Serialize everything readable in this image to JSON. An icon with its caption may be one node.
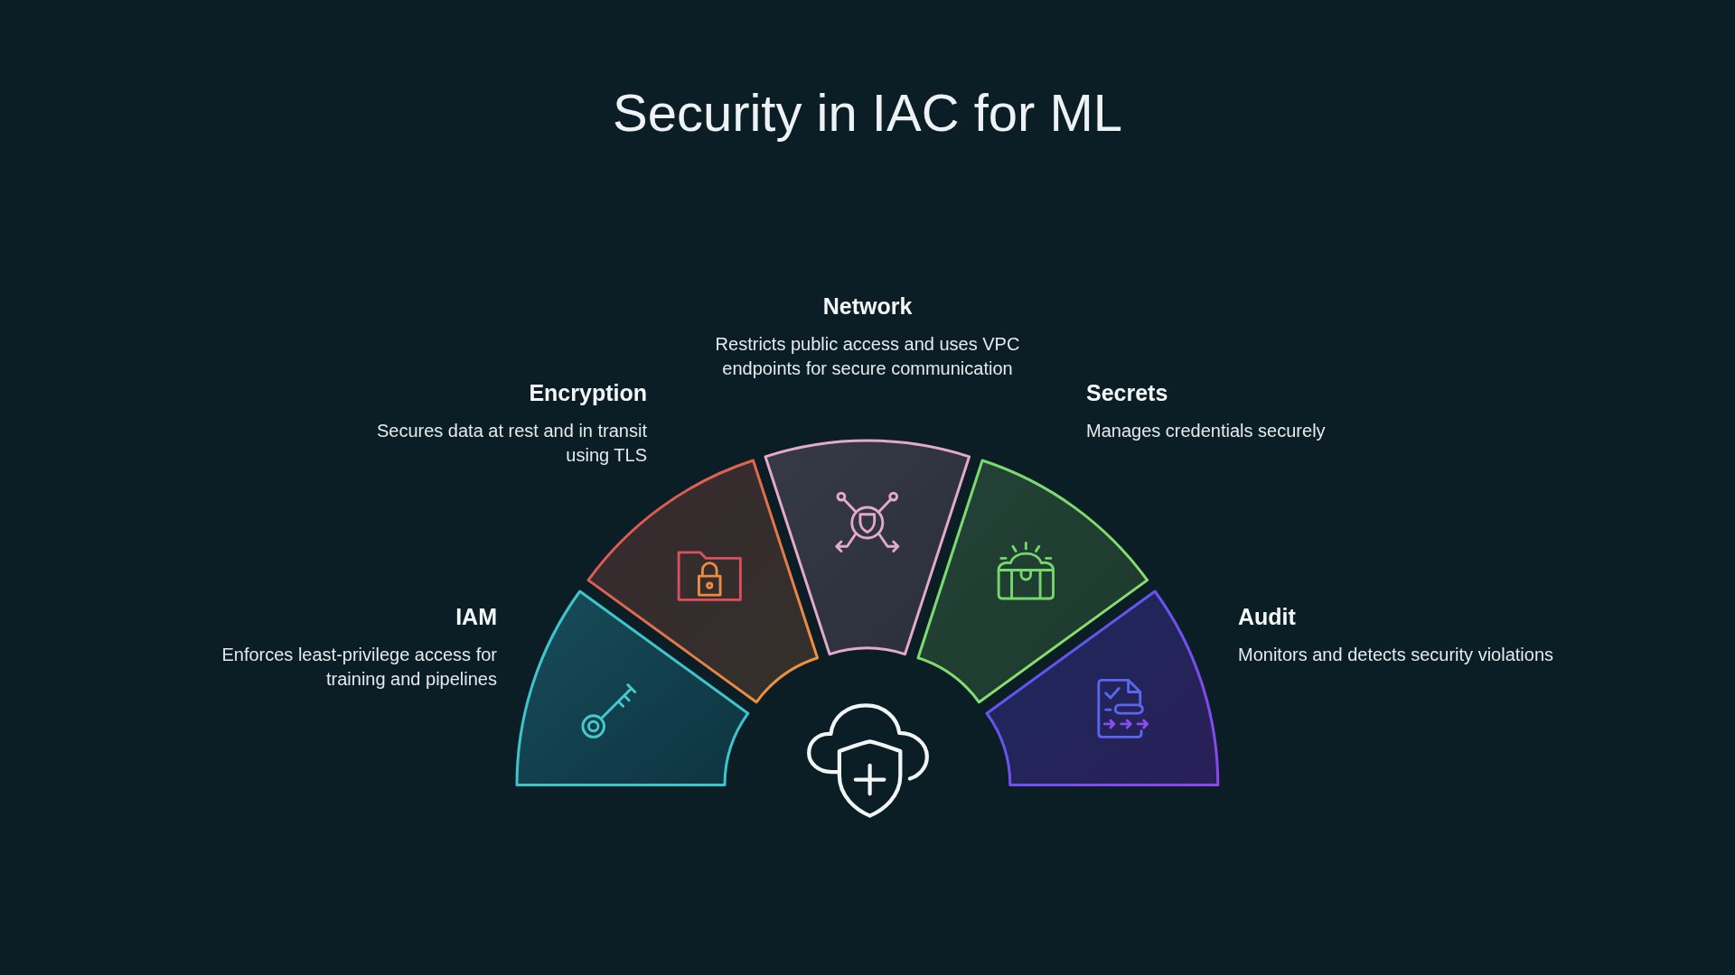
{
  "diagram": {
    "title": "Security in IAC for ML",
    "nodes": [
      {
        "text": [],
        "shape": "sector",
        "beside": [
          "IAM",
          "Enforces least-privilege access for training and pipelines"
        ]
      },
      {
        "text": [],
        "shape": "sector",
        "beside": [
          "Encryption",
          "Secures data at rest and in transit using TLS"
        ]
      },
      {
        "text": [],
        "shape": "sector",
        "beside": [
          "Network",
          "Restricts public access and uses VPC endpoints for secure communication"
        ]
      },
      {
        "text": [],
        "shape": "sector",
        "beside": [
          "Secrets",
          "Manages credentials securely"
        ]
      },
      {
        "text": [],
        "shape": "sector",
        "beside": [
          "Audit",
          "Monitors and detects security violations"
        ]
      }
    ]
  }
}
